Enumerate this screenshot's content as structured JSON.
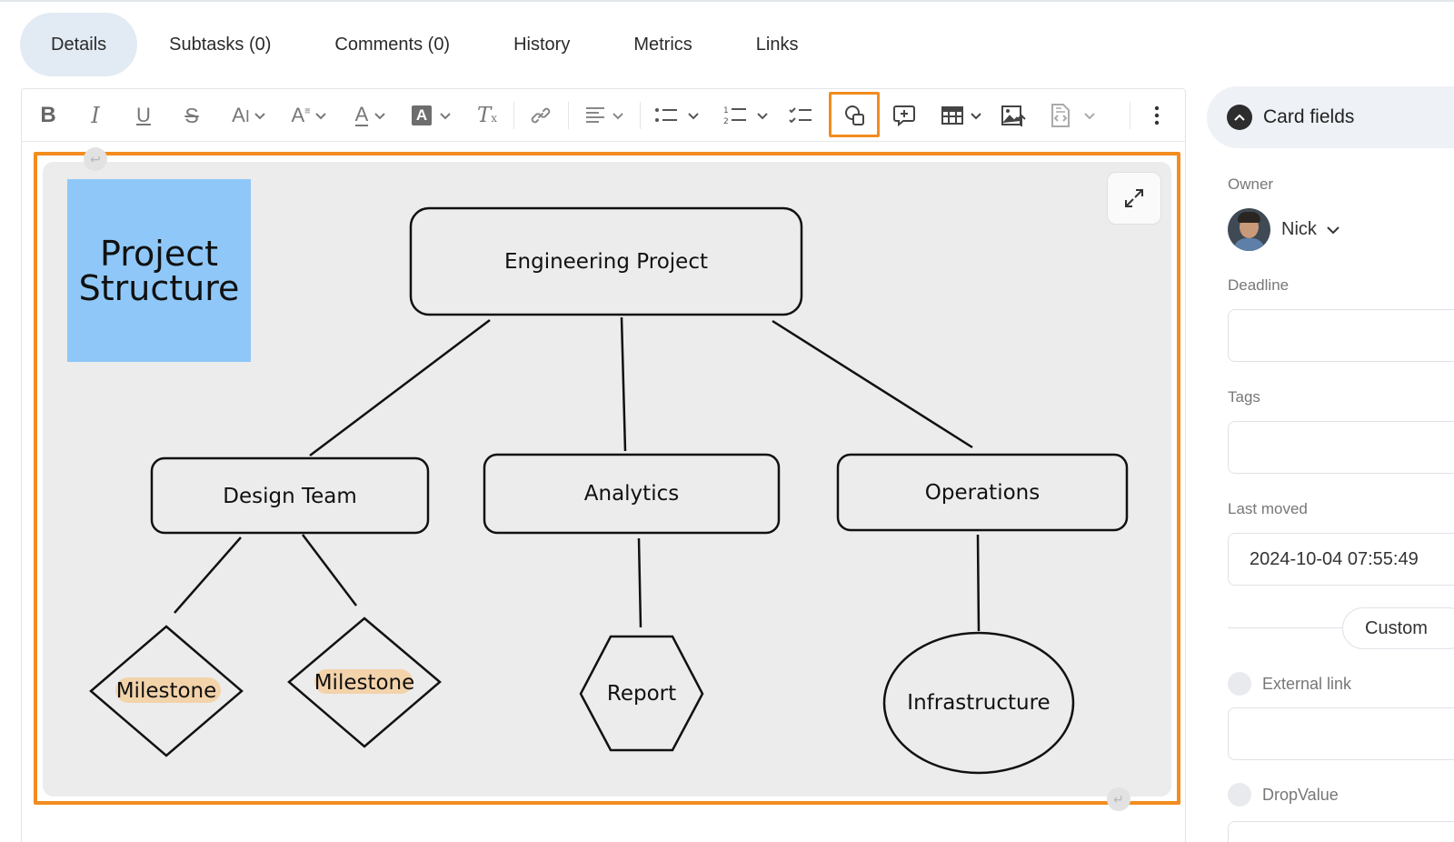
{
  "tabs": [
    {
      "label": "Details",
      "active": true
    },
    {
      "label": "Subtasks (0)",
      "active": false
    },
    {
      "label": "Comments (0)",
      "active": false
    },
    {
      "label": "History",
      "active": false
    },
    {
      "label": "Metrics",
      "active": false
    },
    {
      "label": "Links",
      "active": false
    }
  ],
  "toolbar": {
    "bold": "B",
    "italic": "I",
    "underline": "U",
    "strikethrough": "S",
    "font_size": "A",
    "font_style": "A",
    "font_color": "A",
    "highlight_color": "A",
    "clear_format": "T",
    "highlighted_tool": "shapes-icon"
  },
  "diagram": {
    "sticky_note": "Project Structure",
    "nodes": {
      "root": "Engineering Project",
      "design": "Design Team",
      "analytics": "Analytics",
      "operations": "Operations",
      "milestone1": "Milestone",
      "milestone2": "Milestone",
      "report": "Report",
      "infrastructure": "Infrastructure"
    },
    "sticky_color": "#8fc8f8",
    "milestone_highlight": "#f5cf9f"
  },
  "panel": {
    "title": "Card fields",
    "owner_label": "Owner",
    "owner_name": "Nick",
    "deadline_label": "Deadline",
    "tags_label": "Tags",
    "last_moved_label": "Last moved",
    "last_moved_value": "2024-10-04 07:55:49",
    "custom_button": "Custom",
    "external_link_label": "External link",
    "dropvalue_label": "DropValue"
  },
  "colors": {
    "accent_outline": "#f28c1e",
    "active_tab": "#e2eaf4"
  }
}
